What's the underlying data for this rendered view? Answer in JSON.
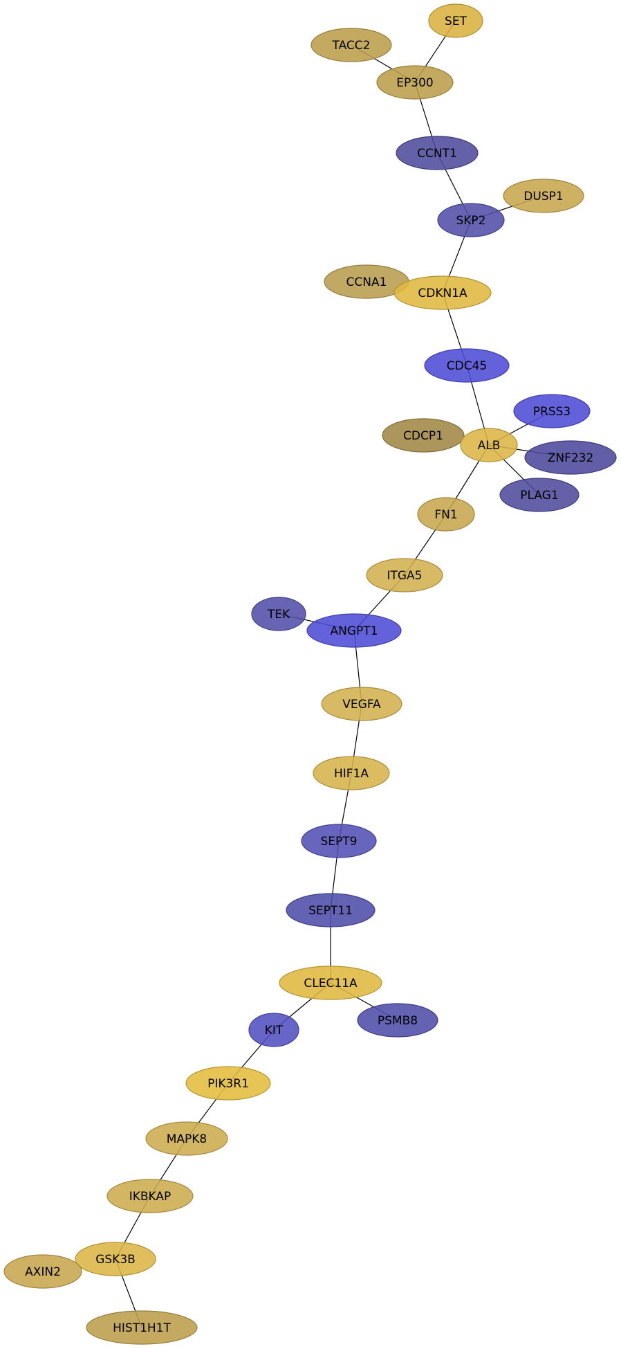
{
  "nodes": [
    {
      "id": "SET",
      "label": "SET",
      "color": "#d9b23f"
    },
    {
      "id": "TACC2",
      "label": "TACC2",
      "color": "#bc9e4b"
    },
    {
      "id": "EP300",
      "label": "EP300",
      "color": "#bc9e4b"
    },
    {
      "id": "CCNT1",
      "label": "CCNT1",
      "color": "#4f4b9c"
    },
    {
      "id": "DUSP1",
      "label": "DUSP1",
      "color": "#c7a64d"
    },
    {
      "id": "SKP2",
      "label": "SKP2",
      "color": "#5250a8"
    },
    {
      "id": "CCNA1",
      "label": "CCNA1",
      "color": "#b89d4f"
    },
    {
      "id": "CDKN1A",
      "label": "CDKN1A",
      "color": "#dfb83f"
    },
    {
      "id": "CDC45",
      "label": "CDC45",
      "color": "#4f4cd6"
    },
    {
      "id": "PRSS3",
      "label": "PRSS3",
      "color": "#4f4cd6"
    },
    {
      "id": "CDCP1",
      "label": "CDCP1",
      "color": "#a18846"
    },
    {
      "id": "ALB",
      "label": "ALB",
      "color": "#dcb544"
    },
    {
      "id": "ZNF232",
      "label": "ZNF232",
      "color": "#4c499c"
    },
    {
      "id": "PLAG1",
      "label": "PLAG1",
      "color": "#4f4b9c"
    },
    {
      "id": "FN1",
      "label": "FN1",
      "color": "#c7a64d"
    },
    {
      "id": "ITGA5",
      "label": "ITGA5",
      "color": "#d1b04d"
    },
    {
      "id": "TEK",
      "label": "TEK",
      "color": "#5250a8"
    },
    {
      "id": "ANGPT1",
      "label": "ANGPT1",
      "color": "#4f4cd6"
    },
    {
      "id": "VEGFA",
      "label": "VEGFA",
      "color": "#d1b04d"
    },
    {
      "id": "HIF1A",
      "label": "HIF1A",
      "color": "#d6b34a"
    },
    {
      "id": "SEPT9",
      "label": "SEPT9",
      "color": "#5250b4"
    },
    {
      "id": "SEPT11",
      "label": "SEPT11",
      "color": "#4f4ca8"
    },
    {
      "id": "CLEC11A",
      "label": "CLEC11A",
      "color": "#dfb83f"
    },
    {
      "id": "KIT",
      "label": "KIT",
      "color": "#5250c0"
    },
    {
      "id": "PSMB8",
      "label": "PSMB8",
      "color": "#4f4ca8"
    },
    {
      "id": "PIK3R1",
      "label": "PIK3R1",
      "color": "#e3bd3c"
    },
    {
      "id": "MAPK8",
      "label": "MAPK8",
      "color": "#cdac4e"
    },
    {
      "id": "IKBKAP",
      "label": "IKBKAP",
      "color": "#cdac4e"
    },
    {
      "id": "GSK3B",
      "label": "GSK3B",
      "color": "#dcb544"
    },
    {
      "id": "AXIN2",
      "label": "AXIN2",
      "color": "#c7a64d"
    },
    {
      "id": "HIST1H1T",
      "label": "HIST1H1T",
      "color": "#bc9e4b"
    }
  ],
  "edges": [
    [
      "SET",
      "EP300"
    ],
    [
      "TACC2",
      "EP300"
    ],
    [
      "EP300",
      "CCNT1"
    ],
    [
      "CCNT1",
      "SKP2"
    ],
    [
      "SKP2",
      "DUSP1"
    ],
    [
      "SKP2",
      "CDKN1A"
    ],
    [
      "CDKN1A",
      "CDC45"
    ],
    [
      "CDC45",
      "ALB"
    ],
    [
      "ALB",
      "PRSS3"
    ],
    [
      "ALB",
      "ZNF232"
    ],
    [
      "ALB",
      "PLAG1"
    ],
    [
      "ALB",
      "FN1"
    ],
    [
      "FN1",
      "ITGA5"
    ],
    [
      "ITGA5",
      "ANGPT1"
    ],
    [
      "TEK",
      "ANGPT1"
    ],
    [
      "ANGPT1",
      "VEGFA"
    ],
    [
      "VEGFA",
      "HIF1A"
    ],
    [
      "HIF1A",
      "SEPT9"
    ],
    [
      "SEPT9",
      "SEPT11"
    ],
    [
      "SEPT11",
      "CLEC11A"
    ],
    [
      "CLEC11A",
      "KIT"
    ],
    [
      "CLEC11A",
      "PSMB8"
    ],
    [
      "KIT",
      "PIK3R1"
    ],
    [
      "PIK3R1",
      "MAPK8"
    ],
    [
      "MAPK8",
      "IKBKAP"
    ],
    [
      "IKBKAP",
      "GSK3B"
    ],
    [
      "GSK3B",
      "HIST1H1T"
    ]
  ]
}
